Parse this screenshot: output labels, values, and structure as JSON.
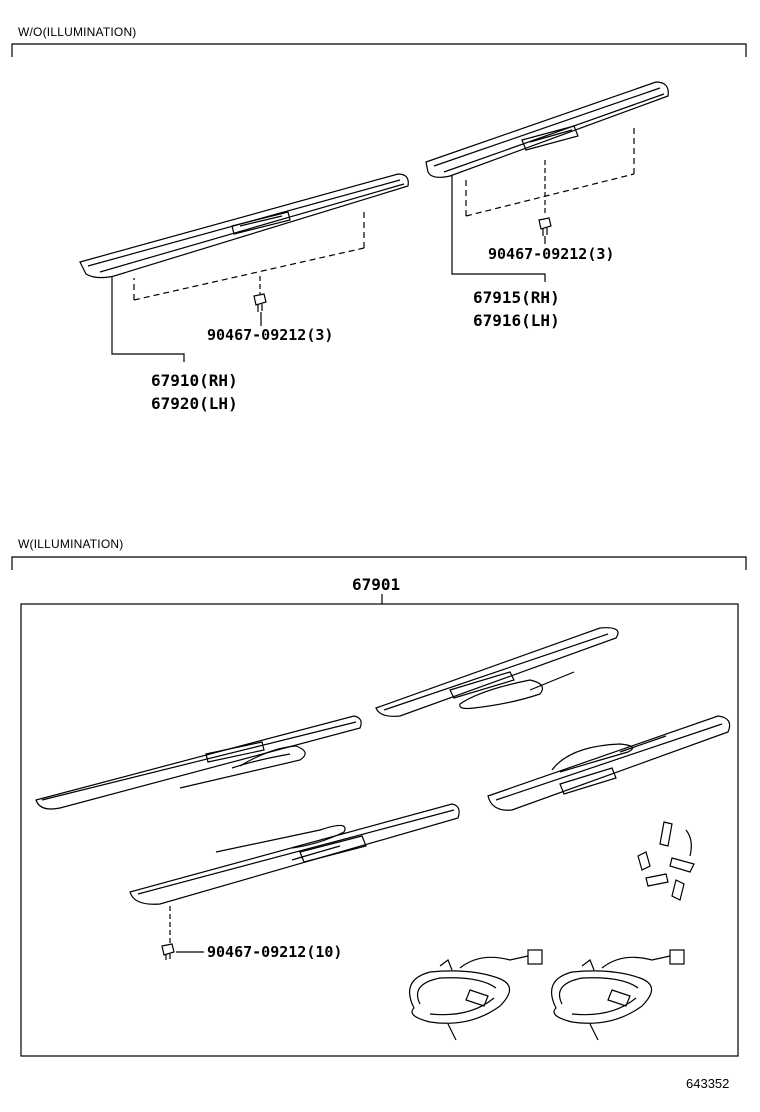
{
  "sections": {
    "without_illumination": {
      "label": "W/O(ILLUMINATION)",
      "parts": {
        "front_plate_rh": "67910(RH)",
        "front_plate_lh": "67920(LH)",
        "rear_plate_rh": "67915(RH)",
        "rear_plate_lh": "67916(LH)",
        "front_clip": "90467-09212(3)",
        "rear_clip": "90467-09212(3)"
      }
    },
    "with_illumination": {
      "label": "W(ILLUMINATION)",
      "parts": {
        "kit": "67901",
        "clip": "90467-09212(10)"
      }
    }
  },
  "figure_id": "643352"
}
